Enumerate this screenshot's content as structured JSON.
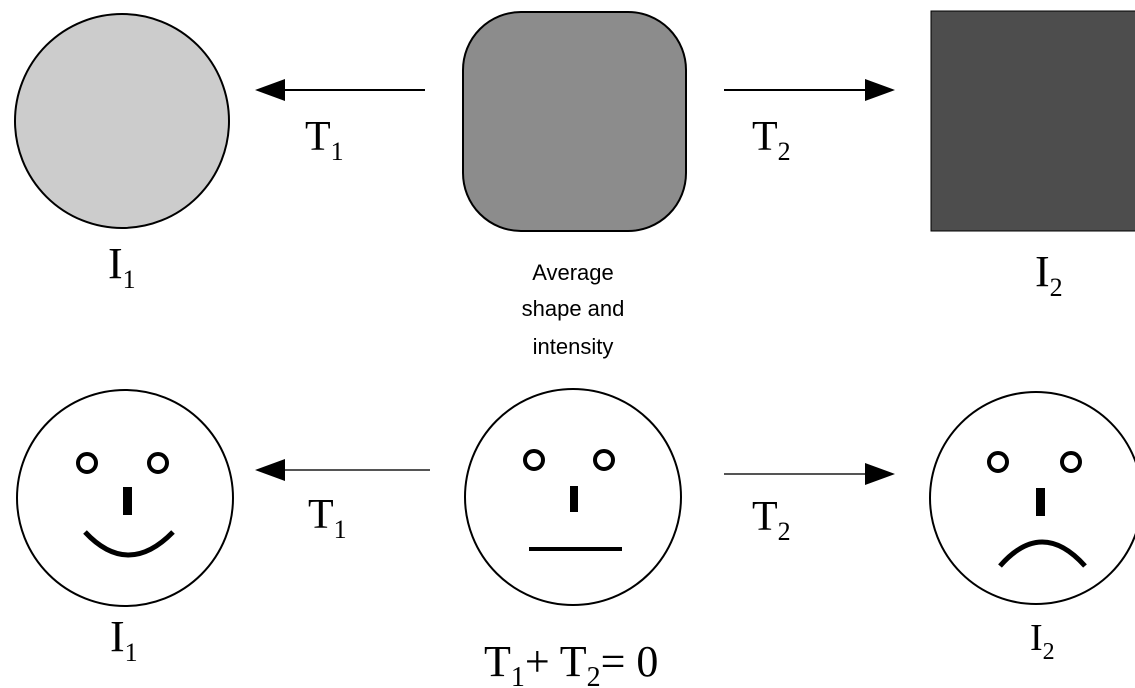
{
  "colors": {
    "light_circle_fill": "#cccccc",
    "average_shape_fill": "#8c8c8c",
    "dark_square_fill": "#4d4d4d",
    "stroke": "#000000",
    "face_fill": "#ffffff"
  },
  "top_row": {
    "left_image": {
      "name": "I",
      "sub": "1"
    },
    "left_arrow": {
      "name": "T",
      "sub": "1"
    },
    "right_arrow": {
      "name": "T",
      "sub": "2"
    },
    "right_image": {
      "name": "I",
      "sub": "2"
    },
    "center_caption": [
      "Average",
      "shape and",
      "intensity"
    ]
  },
  "bottom_row": {
    "left_face": {
      "name": "I",
      "sub": "1",
      "expression": "happy"
    },
    "left_arrow": {
      "name": "T",
      "sub": "1"
    },
    "center_face": {
      "expression": "neutral"
    },
    "right_arrow": {
      "name": "T",
      "sub": "2"
    },
    "right_face": {
      "name": "I",
      "sub": "2",
      "expression": "sad"
    },
    "equation": {
      "t1_name": "T",
      "t1_sub": "1",
      "plus": "+",
      "t2_name": "T",
      "t2_sub": "2",
      "equals_zero": "= 0"
    }
  }
}
